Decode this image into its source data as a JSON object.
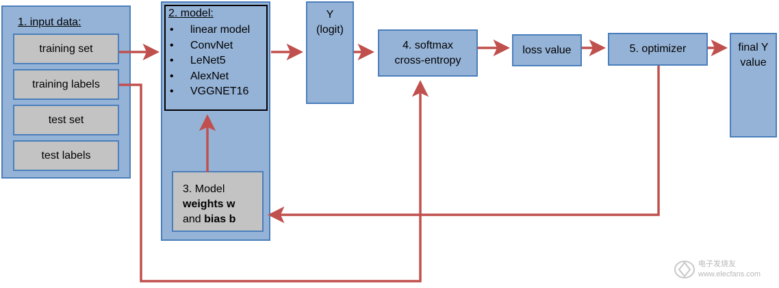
{
  "input_data": {
    "title": "1. input data:",
    "items": [
      "training set",
      "training labels",
      "test set",
      "test labels"
    ]
  },
  "model": {
    "title": "2. model:",
    "items": [
      "linear model",
      "ConvNet",
      "LeNet5",
      "AlexNet",
      "VGGNET16"
    ]
  },
  "weights": {
    "line1": "3. Model",
    "line2_bold": "weights w",
    "line3_prefix": "and ",
    "line3_bold": "bias b"
  },
  "logit": {
    "line1": "Y",
    "line2": "(logit)"
  },
  "softmax": {
    "line1": "4. softmax",
    "line2": "cross-entropy"
  },
  "loss": {
    "label": "loss value"
  },
  "optimizer": {
    "label": "5. optimizer"
  },
  "final": {
    "line1": "final Y",
    "line2": "value"
  },
  "watermark": {
    "text": "电子发烧友 www.elecfans.com"
  },
  "colors": {
    "box_fill": "#95b3d7",
    "box_border": "#4a7ebb",
    "gray_fill": "#c3c3c3",
    "arrow": "#c0504d"
  }
}
